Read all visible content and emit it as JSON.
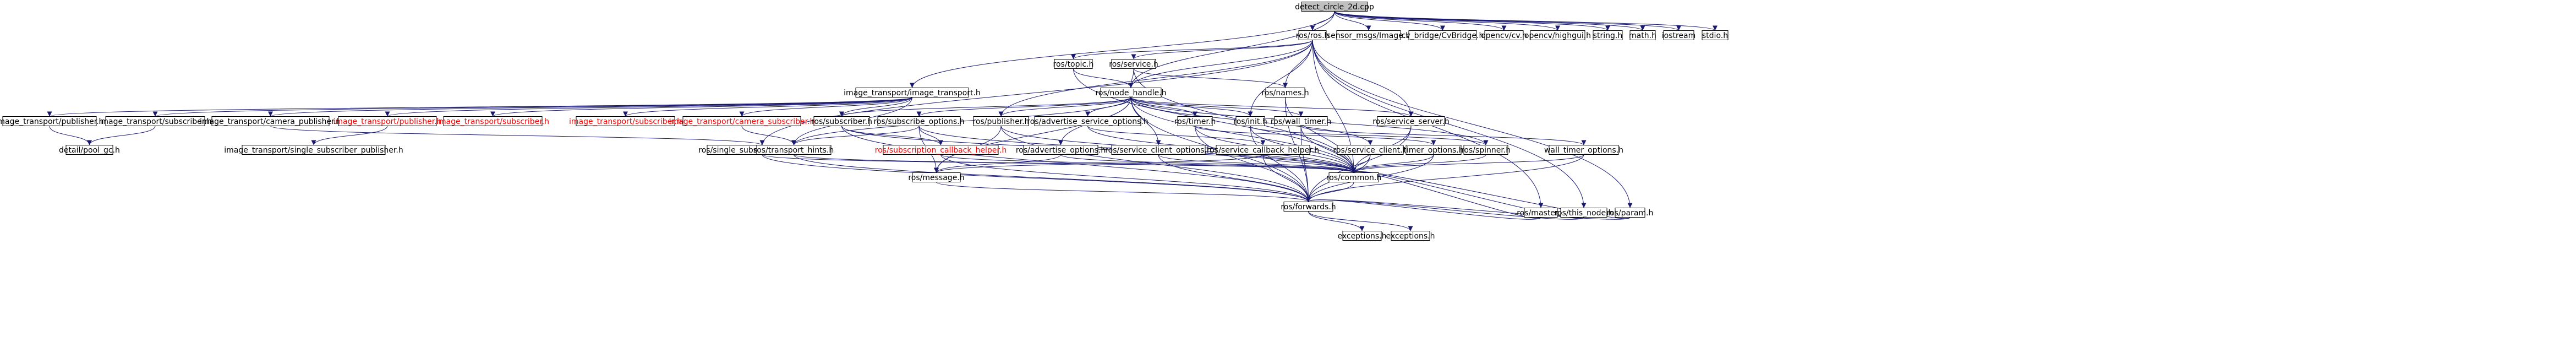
{
  "colors": {
    "root_fill": "#bfbfbf",
    "node_fill": "#ffffff",
    "node_text": "#000000",
    "missing_text": "#ff0000",
    "edge": "#191970"
  },
  "nodes": [
    {
      "id": "root",
      "label": "detect_circle_2d.cpp",
      "root": true
    },
    {
      "id": "ros",
      "label": "ros/ros.h"
    },
    {
      "id": "smi",
      "label": "sensor_msgs/Image.h"
    },
    {
      "id": "cvb",
      "label": "cv_bridge/CvBridge.h"
    },
    {
      "id": "cv",
      "label": "opencv/cv.h"
    },
    {
      "id": "hgui",
      "label": "opencv/highgui.h"
    },
    {
      "id": "str",
      "label": "string.h"
    },
    {
      "id": "math",
      "label": "math.h"
    },
    {
      "id": "ios",
      "label": "iostream"
    },
    {
      "id": "stdio",
      "label": "stdio.h"
    },
    {
      "id": "it",
      "label": "image_transport/image_transport.h"
    },
    {
      "id": "topic",
      "label": "ros/topic.h"
    },
    {
      "id": "service",
      "label": "ros/service.h"
    },
    {
      "id": "nh",
      "label": "ros/node_handle.h"
    },
    {
      "id": "names",
      "label": "ros/names.h"
    },
    {
      "id": "master",
      "label": "ros/master.h"
    },
    {
      "id": "thisnode",
      "label": "ros/this_node.h"
    },
    {
      "id": "param",
      "label": "ros/param.h"
    },
    {
      "id": "itpub",
      "label": "image_transport/publisher.h"
    },
    {
      "id": "itsub",
      "label": "image_transport/subscriber.h"
    },
    {
      "id": "itcampub",
      "label": "image_transport/camera_publisher.h"
    },
    {
      "id": "itpub2",
      "label": "image_transport/publisher.h",
      "missing": true
    },
    {
      "id": "itsub2",
      "label": "image_transport/subscriber.h",
      "missing": true
    },
    {
      "id": "itsub3",
      "label": "image_transport/subscriber.h",
      "missing": true
    },
    {
      "id": "itcamsub",
      "label": "image_transport/camera_subscriber.h",
      "missing": true
    },
    {
      "id": "rsub",
      "label": "ros/subscriber.h"
    },
    {
      "id": "rsubopt",
      "label": "ros/subscribe_options.h"
    },
    {
      "id": "rpub",
      "label": "ros/publisher.h"
    },
    {
      "id": "advsrvopt",
      "label": "ros/advertise_service_options.h"
    },
    {
      "id": "timer",
      "label": "ros/timer.h"
    },
    {
      "id": "init",
      "label": "ros/init.h"
    },
    {
      "id": "walltimer",
      "label": "ros/wall_timer.h"
    },
    {
      "id": "srvserver",
      "label": "ros/service_server.h"
    },
    {
      "id": "dpgc",
      "label": "detail/pool_gc.h"
    },
    {
      "id": "itsspub",
      "label": "image_transport/single_subscriber_publisher.h"
    },
    {
      "id": "rsspub",
      "label": "ros/single_subscriber_publisher.h"
    },
    {
      "id": "rth",
      "label": "ros/transport_hints.h"
    },
    {
      "id": "subcb",
      "label": "ros/subscription_callback_helper.h",
      "missing": true
    },
    {
      "id": "advopt",
      "label": "ros/advertise_options.h"
    },
    {
      "id": "scopt",
      "label": "ros/service_client_options.h"
    },
    {
      "id": "srvcb",
      "label": "ros/service_callback_helper.h"
    },
    {
      "id": "srvclient",
      "label": "ros/service_client.h"
    },
    {
      "id": "timeropt",
      "label": "timer_options.h"
    },
    {
      "id": "spinner",
      "label": "ros/spinner.h"
    },
    {
      "id": "walltimeropt",
      "label": "wall_timer_options.h"
    },
    {
      "id": "common",
      "label": "ros/common.h"
    },
    {
      "id": "message",
      "label": "ros/message.h"
    },
    {
      "id": "forwards",
      "label": "ros/forwards.h"
    },
    {
      "id": "exc1",
      "label": "exceptions.h"
    },
    {
      "id": "exc2",
      "label": "exceptions.h"
    }
  ],
  "edges": [
    [
      "root",
      "ros"
    ],
    [
      "root",
      "smi"
    ],
    [
      "root",
      "cvb"
    ],
    [
      "root",
      "cv"
    ],
    [
      "root",
      "hgui"
    ],
    [
      "root",
      "str"
    ],
    [
      "root",
      "math"
    ],
    [
      "root",
      "ios"
    ],
    [
      "root",
      "stdio"
    ],
    [
      "root",
      "it"
    ],
    [
      "root",
      "nh"
    ],
    [
      "ros",
      "topic"
    ],
    [
      "ros",
      "service"
    ],
    [
      "ros",
      "nh"
    ],
    [
      "ros",
      "names"
    ],
    [
      "ros",
      "master"
    ],
    [
      "ros",
      "thisnode"
    ],
    [
      "ros",
      "param"
    ],
    [
      "ros",
      "init"
    ],
    [
      "ros",
      "common"
    ],
    [
      "ros",
      "srvserver"
    ],
    [
      "ros",
      "rpub"
    ],
    [
      "ros",
      "rsspub"
    ],
    [
      "it",
      "itpub"
    ],
    [
      "it",
      "itsub"
    ],
    [
      "it",
      "itcampub"
    ],
    [
      "it",
      "itpub2"
    ],
    [
      "it",
      "itsub2"
    ],
    [
      "it",
      "itsub3"
    ],
    [
      "it",
      "itcamsub"
    ],
    [
      "it",
      "rsub"
    ],
    [
      "it",
      "rth"
    ],
    [
      "topic",
      "nh"
    ],
    [
      "topic",
      "common"
    ],
    [
      "service",
      "nh"
    ],
    [
      "service",
      "names"
    ],
    [
      "service",
      "common"
    ],
    [
      "nh",
      "rsub"
    ],
    [
      "nh",
      "rsubopt"
    ],
    [
      "nh",
      "rpub"
    ],
    [
      "nh",
      "advsrvopt"
    ],
    [
      "nh",
      "timer"
    ],
    [
      "nh",
      "init"
    ],
    [
      "nh",
      "walltimer"
    ],
    [
      "nh",
      "srvserver"
    ],
    [
      "nh",
      "srvclient"
    ],
    [
      "nh",
      "spinner"
    ],
    [
      "nh",
      "common"
    ],
    [
      "nh",
      "forwards"
    ],
    [
      "nh",
      "rth"
    ],
    [
      "nh",
      "advopt"
    ],
    [
      "nh",
      "scopt"
    ],
    [
      "nh",
      "message"
    ],
    [
      "names",
      "common"
    ],
    [
      "names",
      "forwards"
    ],
    [
      "master",
      "common"
    ],
    [
      "master",
      "forwards"
    ],
    [
      "thisnode",
      "common"
    ],
    [
      "thisnode",
      "forwards"
    ],
    [
      "param",
      "common"
    ],
    [
      "param",
      "forwards"
    ],
    [
      "itpub",
      "dpgc"
    ],
    [
      "itsub",
      "dpgc"
    ],
    [
      "itcampub",
      "rsspub"
    ],
    [
      "itpub2",
      "itsspub"
    ],
    [
      "itcamsub",
      "rth"
    ],
    [
      "rsub",
      "subcb"
    ],
    [
      "rsub",
      "common"
    ],
    [
      "rsub",
      "forwards"
    ],
    [
      "rsubopt",
      "rth"
    ],
    [
      "rsubopt",
      "subcb"
    ],
    [
      "rsubopt",
      "message"
    ],
    [
      "rsubopt",
      "common"
    ],
    [
      "rpub",
      "message"
    ],
    [
      "rpub",
      "common"
    ],
    [
      "rpub",
      "forwards"
    ],
    [
      "advsrvopt",
      "srvcb"
    ],
    [
      "advsrvopt",
      "common"
    ],
    [
      "timer",
      "timeropt"
    ],
    [
      "timer",
      "common"
    ],
    [
      "timer",
      "forwards"
    ],
    [
      "init",
      "spinner"
    ],
    [
      "init",
      "common"
    ],
    [
      "init",
      "forwards"
    ],
    [
      "walltimer",
      "walltimeropt"
    ],
    [
      "walltimer",
      "common"
    ],
    [
      "walltimer",
      "forwards"
    ],
    [
      "srvserver",
      "common"
    ],
    [
      "srvserver",
      "forwards"
    ],
    [
      "rsspub",
      "common"
    ],
    [
      "rsspub",
      "forwards"
    ],
    [
      "rth",
      "common"
    ],
    [
      "rth",
      "forwards"
    ],
    [
      "subcb",
      "common"
    ],
    [
      "subcb",
      "forwards"
    ],
    [
      "advopt",
      "message"
    ],
    [
      "advopt",
      "common"
    ],
    [
      "scopt",
      "common"
    ],
    [
      "scopt",
      "forwards"
    ],
    [
      "srvcb",
      "message"
    ],
    [
      "srvcb",
      "common"
    ],
    [
      "srvcb",
      "forwards"
    ],
    [
      "srvclient",
      "common"
    ],
    [
      "srvclient",
      "forwards"
    ],
    [
      "timeropt",
      "common"
    ],
    [
      "timeropt",
      "forwards"
    ],
    [
      "spinner",
      "common"
    ],
    [
      "walltimeropt",
      "common"
    ],
    [
      "walltimeropt",
      "forwards"
    ],
    [
      "common",
      "forwards"
    ],
    [
      "message",
      "forwards"
    ],
    [
      "forwards",
      "exc1"
    ],
    [
      "forwards",
      "exc2"
    ]
  ]
}
